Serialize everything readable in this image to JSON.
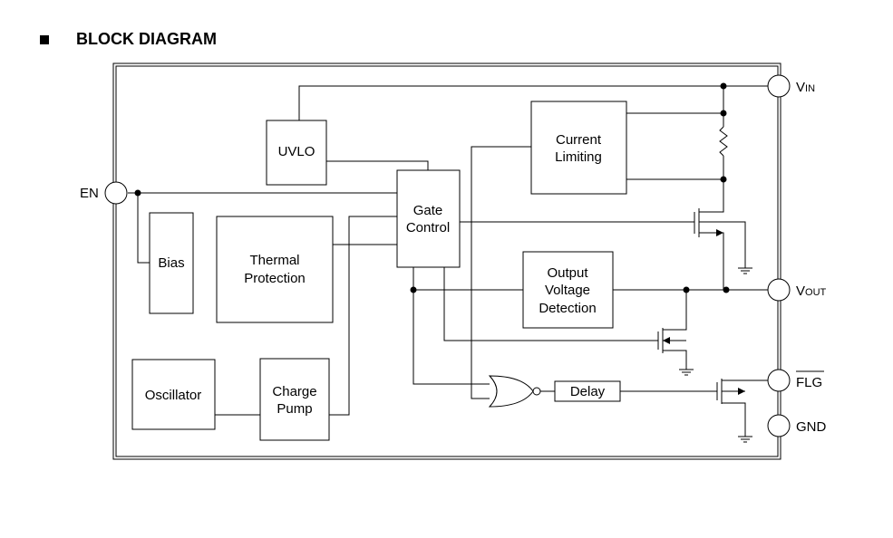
{
  "title": "BLOCK DIAGRAM",
  "blocks": {
    "uvlo": "UVLO",
    "bias": "Bias",
    "thermal_line1": "Thermal",
    "thermal_line2": "Protection",
    "oscillator": "Oscillator",
    "charge_line1": "Charge",
    "charge_line2": "Pump",
    "gate_line1": "Gate",
    "gate_line2": "Control",
    "current_line1": "Current",
    "current_line2": "Limiting",
    "output_line1": "Output",
    "output_line2": "Voltage",
    "output_line3": "Detection",
    "delay": "Delay"
  },
  "pins": {
    "en": "EN",
    "vin_main": "V",
    "vin_sub": "IN",
    "vout_main": "V",
    "vout_sub": "OUT",
    "flg": "FLG",
    "gnd": "GND"
  }
}
